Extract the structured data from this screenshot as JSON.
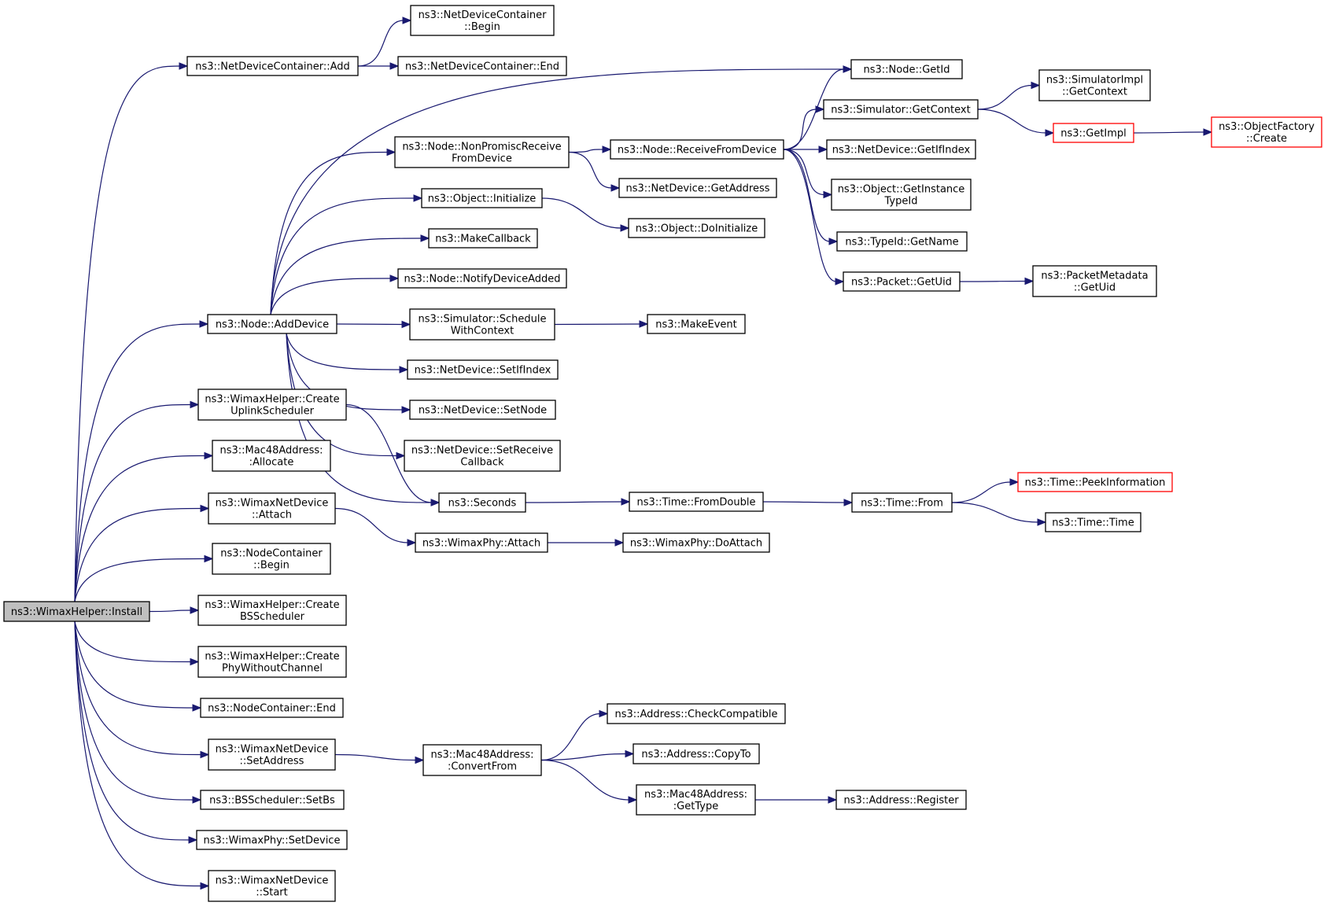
{
  "colors": {
    "edge": "#191970",
    "box_border": "#000000",
    "external_border": "#ff0000",
    "root_fill": "#bfbfbf",
    "box_fill": "#ffffff"
  },
  "nodes": {
    "install": {
      "lines": [
        "ns3::WimaxHelper::Install"
      ],
      "kind": "root"
    },
    "ndc_add": {
      "lines": [
        "ns3::NetDeviceContainer::Add"
      ]
    },
    "ndc_begin": {
      "lines": [
        "ns3::NetDeviceContainer",
        "::Begin"
      ]
    },
    "ndc_end": {
      "lines": [
        "ns3::NetDeviceContainer::End"
      ]
    },
    "node_getid": {
      "lines": [
        "ns3::Node::GetId"
      ]
    },
    "sim_getcontext": {
      "lines": [
        "ns3::Simulator::GetContext"
      ]
    },
    "simimpl_getcontext": {
      "lines": [
        "ns3::SimulatorImpl",
        "::GetContext"
      ]
    },
    "getimpl": {
      "lines": [
        "ns3::GetImpl"
      ],
      "kind": "external"
    },
    "objfactory_create": {
      "lines": [
        "ns3::ObjectFactory",
        "::Create"
      ],
      "kind": "external"
    },
    "nonpromisc": {
      "lines": [
        "ns3::Node::NonPromiscReceive",
        "FromDevice"
      ]
    },
    "receivefromdevice": {
      "lines": [
        "ns3::Node::ReceiveFromDevice"
      ]
    },
    "nd_getifindex": {
      "lines": [
        "ns3::NetDevice::GetIfIndex"
      ]
    },
    "nd_getaddress": {
      "lines": [
        "ns3::NetDevice::GetAddress"
      ]
    },
    "obj_getinstancetypeid": {
      "lines": [
        "ns3::Object::GetInstance",
        "TypeId"
      ]
    },
    "obj_initialize": {
      "lines": [
        "ns3::Object::Initialize"
      ]
    },
    "obj_doinitialize": {
      "lines": [
        "ns3::Object::DoInitialize"
      ]
    },
    "typeid_getname": {
      "lines": [
        "ns3::TypeId::GetName"
      ]
    },
    "makecallback": {
      "lines": [
        "ns3::MakeCallback"
      ]
    },
    "packet_getuid": {
      "lines": [
        "ns3::Packet::GetUid"
      ]
    },
    "pktmeta_getuid": {
      "lines": [
        "ns3::PacketMetadata",
        "::GetUid"
      ]
    },
    "node_notify": {
      "lines": [
        "ns3::Node::NotifyDeviceAdded"
      ]
    },
    "node_adddevice": {
      "lines": [
        "ns3::Node::AddDevice"
      ]
    },
    "sim_schedule": {
      "lines": [
        "ns3::Simulator::Schedule",
        "WithContext"
      ]
    },
    "makeevent": {
      "lines": [
        "ns3::MakeEvent"
      ]
    },
    "nd_setifindex": {
      "lines": [
        "ns3::NetDevice::SetIfIndex"
      ]
    },
    "nd_setnode": {
      "lines": [
        "ns3::NetDevice::SetNode"
      ]
    },
    "create_uplink": {
      "lines": [
        "ns3::WimaxHelper::Create",
        "UplinkScheduler"
      ]
    },
    "nd_setreceive": {
      "lines": [
        "ns3::NetDevice::SetReceive",
        "Callback"
      ]
    },
    "mac48_allocate": {
      "lines": [
        "ns3::Mac48Address:",
        ":Allocate"
      ]
    },
    "seconds": {
      "lines": [
        "ns3::Seconds"
      ]
    },
    "time_fromdouble": {
      "lines": [
        "ns3::Time::FromDouble"
      ]
    },
    "time_from": {
      "lines": [
        "ns3::Time::From"
      ]
    },
    "time_peek": {
      "lines": [
        "ns3::Time::PeekInformation"
      ],
      "kind": "external"
    },
    "time_time": {
      "lines": [
        "ns3::Time::Time"
      ]
    },
    "wnd_attach": {
      "lines": [
        "ns3::WimaxNetDevice",
        "::Attach"
      ]
    },
    "wphy_attach": {
      "lines": [
        "ns3::WimaxPhy::Attach"
      ]
    },
    "wphy_doattach": {
      "lines": [
        "ns3::WimaxPhy::DoAttach"
      ]
    },
    "nc_begin": {
      "lines": [
        "ns3::NodeContainer",
        "::Begin"
      ]
    },
    "create_bs": {
      "lines": [
        "ns3::WimaxHelper::Create",
        "BSScheduler"
      ]
    },
    "create_phy": {
      "lines": [
        "ns3::WimaxHelper::Create",
        "PhyWithoutChannel"
      ]
    },
    "nc_end": {
      "lines": [
        "ns3::NodeContainer::End"
      ]
    },
    "addr_checkcompat": {
      "lines": [
        "ns3::Address::CheckCompatible"
      ]
    },
    "wnd_setaddress": {
      "lines": [
        "ns3::WimaxNetDevice",
        "::SetAddress"
      ]
    },
    "mac48_convertfrom": {
      "lines": [
        "ns3::Mac48Address:",
        ":ConvertFrom"
      ]
    },
    "addr_copyto": {
      "lines": [
        "ns3::Address::CopyTo"
      ]
    },
    "mac48_gettype": {
      "lines": [
        "ns3::Mac48Address:",
        ":GetType"
      ]
    },
    "addr_register": {
      "lines": [
        "ns3::Address::Register"
      ]
    },
    "bs_setbs": {
      "lines": [
        "ns3::BSScheduler::SetBs"
      ]
    },
    "wphy_setdevice": {
      "lines": [
        "ns3::WimaxPhy::SetDevice"
      ]
    },
    "wnd_start": {
      "lines": [
        "ns3::WimaxNetDevice",
        "::Start"
      ]
    }
  },
  "edges": [
    [
      "install",
      "ndc_add"
    ],
    [
      "ndc_add",
      "ndc_begin"
    ],
    [
      "ndc_add",
      "ndc_end"
    ],
    [
      "install",
      "node_adddevice"
    ],
    [
      "node_adddevice",
      "node_getid"
    ],
    [
      "node_adddevice",
      "nonpromisc"
    ],
    [
      "nonpromisc",
      "receivefromdevice"
    ],
    [
      "nonpromisc",
      "nd_getaddress"
    ],
    [
      "receivefromdevice",
      "node_getid"
    ],
    [
      "receivefromdevice",
      "sim_getcontext"
    ],
    [
      "receivefromdevice",
      "nd_getifindex"
    ],
    [
      "receivefromdevice",
      "obj_getinstancetypeid"
    ],
    [
      "receivefromdevice",
      "typeid_getname"
    ],
    [
      "receivefromdevice",
      "packet_getuid"
    ],
    [
      "sim_getcontext",
      "simimpl_getcontext"
    ],
    [
      "sim_getcontext",
      "getimpl"
    ],
    [
      "getimpl",
      "objfactory_create"
    ],
    [
      "packet_getuid",
      "pktmeta_getuid"
    ],
    [
      "node_adddevice",
      "obj_initialize"
    ],
    [
      "obj_initialize",
      "obj_doinitialize"
    ],
    [
      "node_adddevice",
      "makecallback"
    ],
    [
      "node_adddevice",
      "node_notify"
    ],
    [
      "node_adddevice",
      "sim_schedule"
    ],
    [
      "sim_schedule",
      "makeevent"
    ],
    [
      "node_adddevice",
      "nd_setifindex"
    ],
    [
      "node_adddevice",
      "nd_setnode"
    ],
    [
      "node_adddevice",
      "nd_setreceive"
    ],
    [
      "node_adddevice",
      "seconds"
    ],
    [
      "install",
      "create_uplink"
    ],
    [
      "create_uplink",
      "seconds"
    ],
    [
      "seconds",
      "time_fromdouble"
    ],
    [
      "time_fromdouble",
      "time_from"
    ],
    [
      "time_from",
      "time_peek"
    ],
    [
      "time_from",
      "time_time"
    ],
    [
      "install",
      "mac48_allocate"
    ],
    [
      "install",
      "wnd_attach"
    ],
    [
      "wnd_attach",
      "wphy_attach"
    ],
    [
      "wphy_attach",
      "wphy_doattach"
    ],
    [
      "install",
      "nc_begin"
    ],
    [
      "install",
      "create_bs"
    ],
    [
      "install",
      "create_phy"
    ],
    [
      "install",
      "nc_end"
    ],
    [
      "install",
      "wnd_setaddress"
    ],
    [
      "wnd_setaddress",
      "mac48_convertfrom"
    ],
    [
      "mac48_convertfrom",
      "addr_checkcompat"
    ],
    [
      "mac48_convertfrom",
      "addr_copyto"
    ],
    [
      "mac48_convertfrom",
      "mac48_gettype"
    ],
    [
      "mac48_gettype",
      "addr_register"
    ],
    [
      "install",
      "bs_setbs"
    ],
    [
      "install",
      "wphy_setdevice"
    ],
    [
      "install",
      "wnd_start"
    ]
  ]
}
